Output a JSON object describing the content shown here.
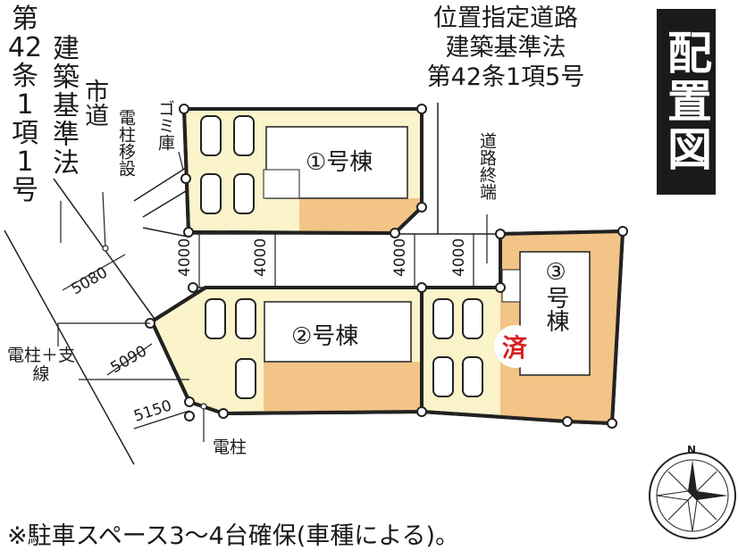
{
  "title": "配置図",
  "top_left_law": [
    "第",
    "42",
    "条",
    "1",
    "項",
    "1",
    "号"
  ],
  "top_left_law_right": "建築基準法",
  "city_road": "市道",
  "pole_relocation": "電柱移設",
  "garbage": "ゴミ庫",
  "road_top_right": [
    "位置指定道路",
    "建築基準法",
    "第42条1項5号"
  ],
  "road_end": "道路終端",
  "buildings": [
    {
      "label": "①号棟"
    },
    {
      "label": "②号棟"
    },
    {
      "label": "③号棟"
    }
  ],
  "sold_badge": "済",
  "dimensions": {
    "d1": "4000",
    "d2": "4000",
    "d3": "4000",
    "d4": "4000"
  },
  "frontages": [
    "5080",
    "5090",
    "5150"
  ],
  "pole_guy": "電柱＋支線",
  "pole": "電柱",
  "compass": "N",
  "note": "※駐車スペース3〜4台確保(車種による)。",
  "colors": {
    "lot": "#fbf3c9",
    "garden": "#f2c487",
    "outline": "#222222",
    "badge": "#d61f1f"
  }
}
